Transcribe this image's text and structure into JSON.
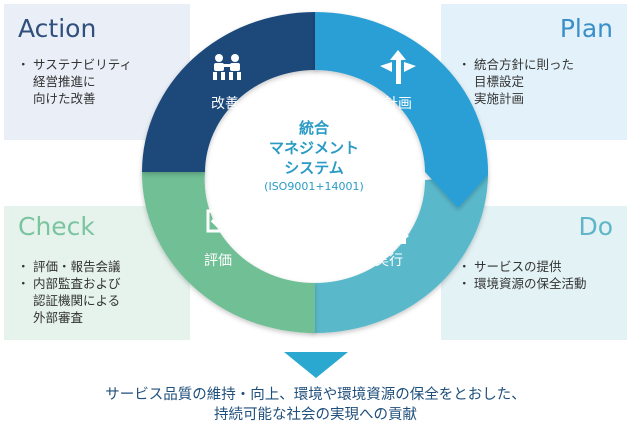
{
  "action": {
    "title": "Action",
    "items": [
      "サステナビリティ\n経営推進に\n向けた改善"
    ]
  },
  "plan": {
    "title": "Plan",
    "items": [
      "統合方針に則った\n目標設定",
      "実施計画"
    ]
  },
  "check": {
    "title": "Check",
    "items": [
      "評価・報告会議",
      "内部監査および\n認証機関による\n外部審査"
    ]
  },
  "do": {
    "title": "Do",
    "items": [
      "サービスの提供",
      "環境資源の保全活動"
    ]
  },
  "cycle": {
    "improve": "改善",
    "plan": "計画",
    "evaluate": "評価",
    "execute": "実行"
  },
  "center": {
    "title": "統合\nマネジメント\nシステム",
    "subtitle": "(ISO9001+14001)"
  },
  "bottom": {
    "line1": "サービス品質の維持・向上、環境や環境資源の保全をとおした、",
    "line2": "持続可能な社会の実現への貢献"
  },
  "colors": {
    "improve": "#1e4a7a",
    "plan": "#2a9fd6",
    "evaluate": "#6fbf95",
    "execute": "#5ab8cb"
  }
}
